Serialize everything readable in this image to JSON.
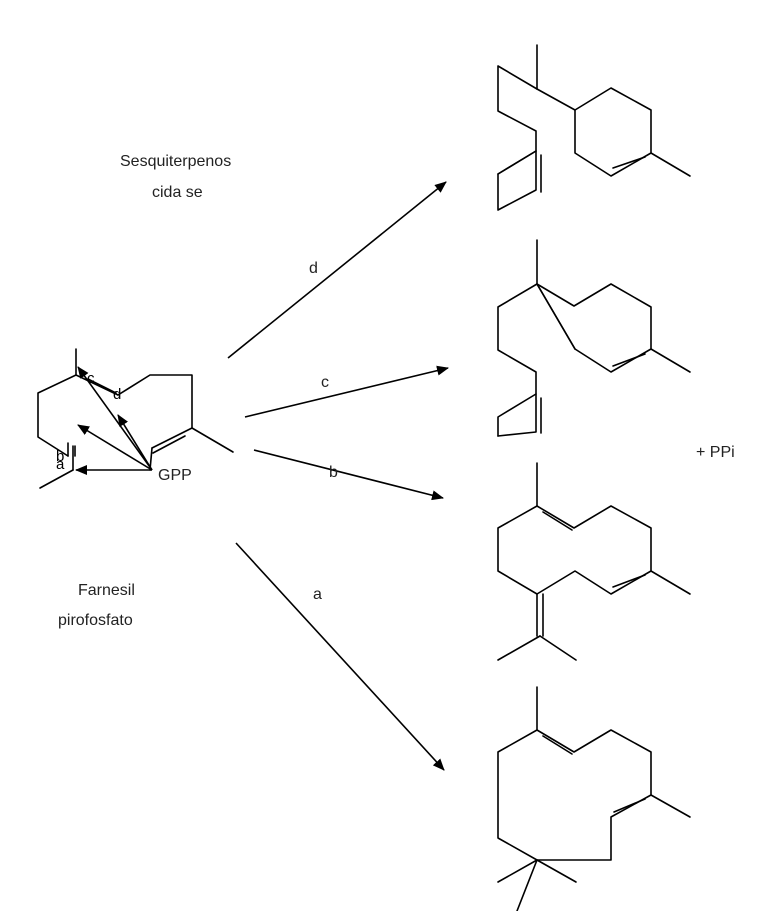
{
  "labels": {
    "enzyme_line1": "Sesquiterpenos",
    "enzyme_line2": "cida se",
    "substrate_line1": "Farnesil",
    "substrate_line2": "pirofosfato",
    "gpp": "GPP",
    "byproduct": "+   PPi"
  },
  "pathways": {
    "a": "a",
    "b": "b",
    "c": "c",
    "d": "d"
  },
  "inner_labels": {
    "a": "a",
    "b": "b",
    "c": "c",
    "d": "d"
  }
}
